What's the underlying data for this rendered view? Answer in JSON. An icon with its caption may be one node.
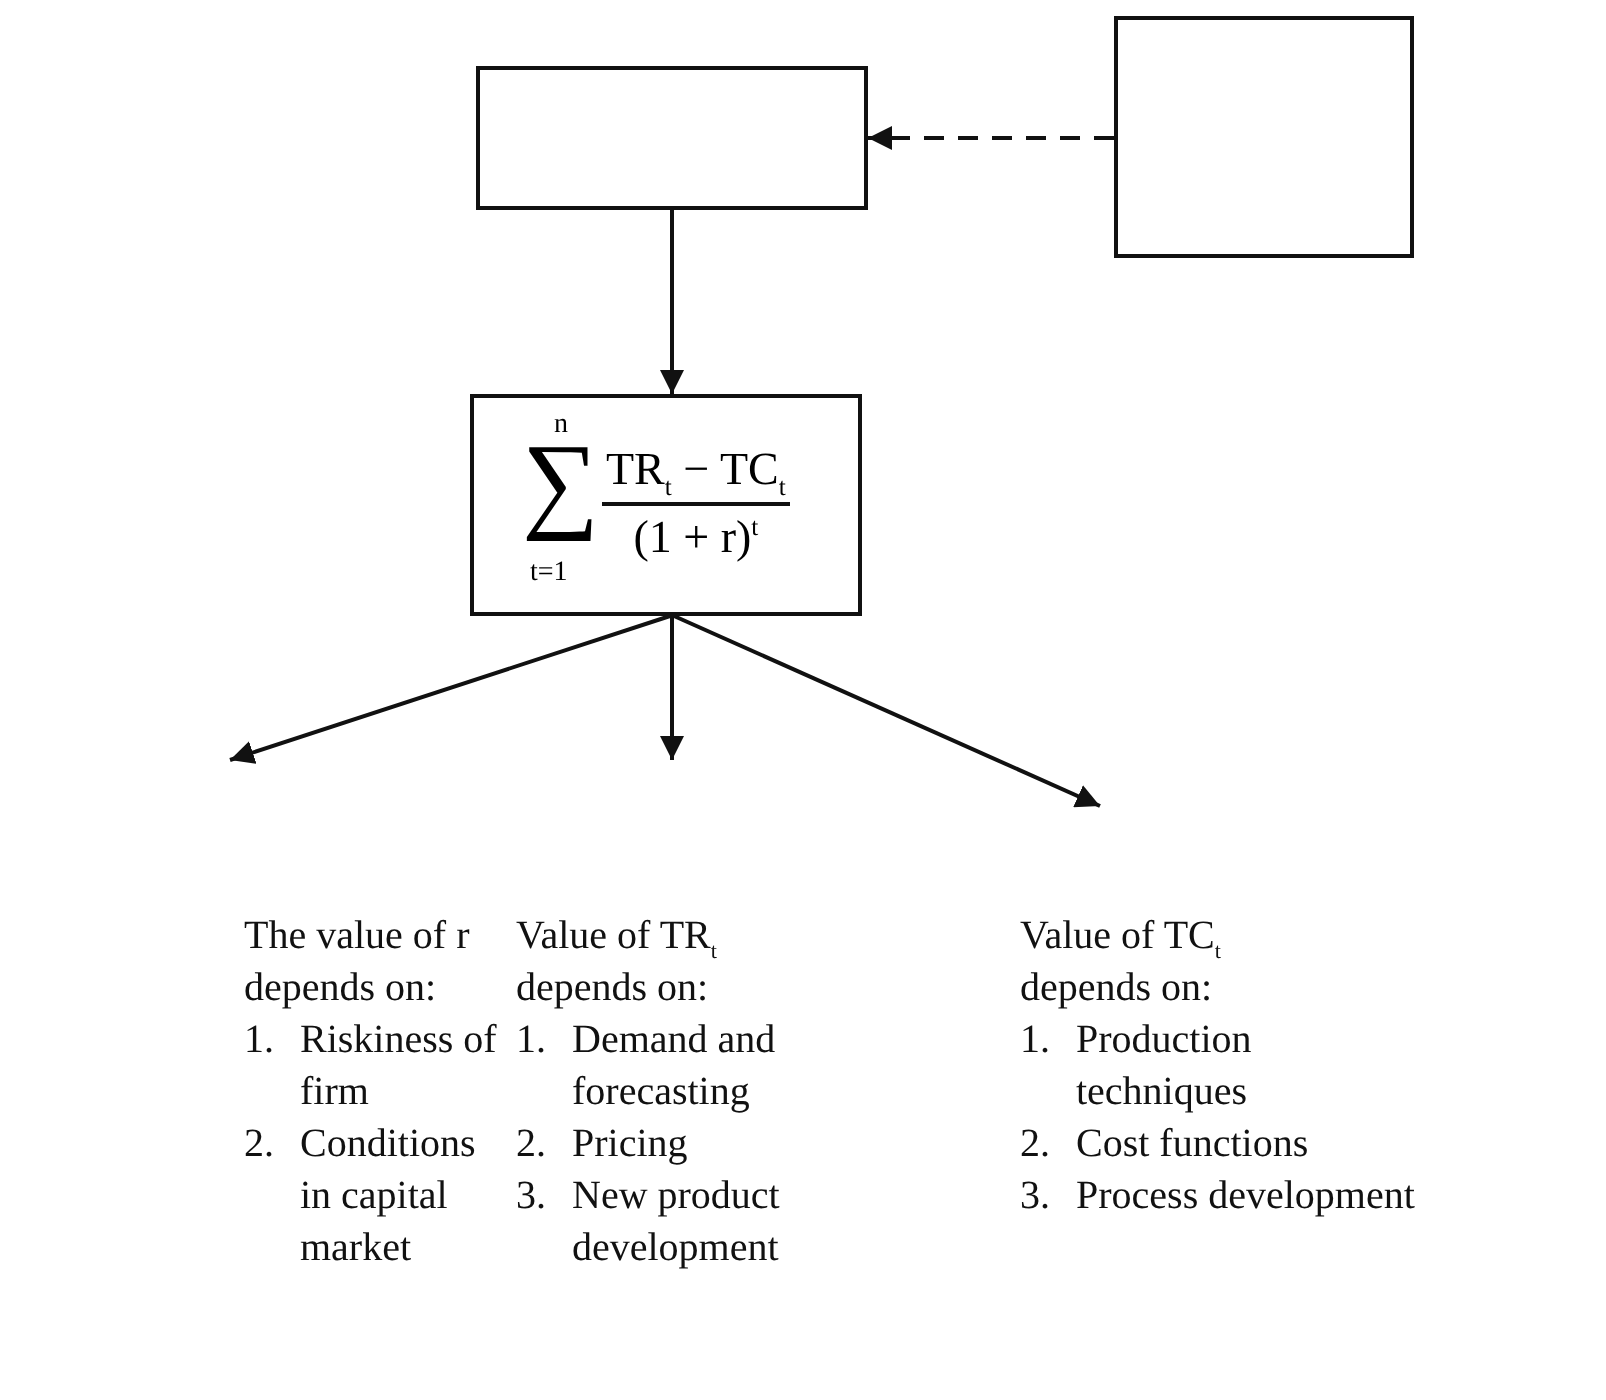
{
  "diagram": {
    "nodes": [
      {
        "text": [],
        "shape": "box"
      },
      {
        "text": [],
        "shape": "box"
      },
      {
        "text": [
          "n",
          "∑",
          "t=1",
          "TR$_{t}$ − TC$_{t}$",
          "(1 + r)$^{t}$"
        ]
      },
      {
        "text": [
          "The value of r depends on:",
          "1. Riskiness of firm",
          "2. Conditions in capital market"
        ]
      },
      {
        "text": [
          "Value of TR$_{t}$ depends on:",
          "1. Demand and forecasting",
          "2. Pricing",
          "3. New product development"
        ]
      },
      {
        "text": [
          "Value of TC$_{t}$ depends on:",
          "1. Production techniques",
          "2. Cost functions",
          "3. Process development"
        ]
      }
    ],
    "edges": [
      {
        "from": 1,
        "to": 0,
        "arrow": "to",
        "style": "dashed"
      },
      {
        "from": 0,
        "to": 2,
        "arrow": "to"
      },
      {
        "from": 2,
        "to": 3,
        "arrow": "to"
      },
      {
        "from": 2,
        "to": 4,
        "arrow": "to"
      },
      {
        "from": 2,
        "to": 5,
        "arrow": "to"
      }
    ]
  }
}
